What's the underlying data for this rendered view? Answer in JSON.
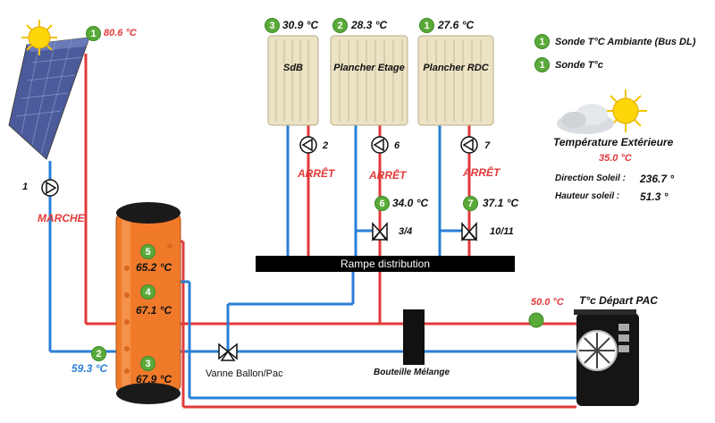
{
  "colors": {
    "hot_pipe": "#e23a3a",
    "cold_pipe": "#2a7fd6",
    "sensor_badge": "#5aaa3a",
    "tank": "#f07a2a"
  },
  "legend": [
    {
      "badge": "1",
      "text": "Sonde T°C Ambiante (Bus DL)"
    },
    {
      "badge": "1",
      "text": "Sonde T°c"
    }
  ],
  "exterior": {
    "title": "Température Extérieure",
    "temp": "35.0 °C",
    "sun_direction_label": "Direction Soleil :",
    "sun_direction_value": "236.7 °",
    "sun_height_label": "Hauteur soleil :",
    "sun_height_value": "51.3 °"
  },
  "solar": {
    "badge": "1",
    "temp": "80.6 °C",
    "pump_number": "1",
    "pump_state": "MARCHE"
  },
  "radiators": [
    {
      "name": "SdB",
      "badge": "3",
      "temp": "30.9 °C",
      "pump_number": "2",
      "state": "ARRÊT"
    },
    {
      "name": "Plancher Etage",
      "badge": "2",
      "temp": "28.3 °C",
      "pump_number": "6",
      "state": "ARRÊT"
    },
    {
      "name": "Plancher RDC",
      "badge": "1",
      "temp": "27.6 °C",
      "pump_number": "7",
      "state": "ARRÊT"
    }
  ],
  "mix_valves": [
    {
      "badge": "6",
      "temp": "34.0 °C",
      "label": "3/4"
    },
    {
      "badge": "7",
      "temp": "37.1 °C",
      "label": "10/11"
    }
  ],
  "ramp_label": "Rampe distribution",
  "tank": {
    "sensors": [
      {
        "badge": "5",
        "temp": "65.2 °C"
      },
      {
        "badge": "4",
        "temp": "67.1 °C"
      },
      {
        "badge": "3",
        "temp": "67.9 °C"
      }
    ]
  },
  "solar_return": {
    "badge": "2",
    "temp": "59.3 °C"
  },
  "valve_label": "Vanne Ballon/Pac",
  "mix_bottle_label": "Bouteille Mélange",
  "pac": {
    "depart_temp": "50.0 °C",
    "depart_label": "T°c Départ PAC"
  }
}
